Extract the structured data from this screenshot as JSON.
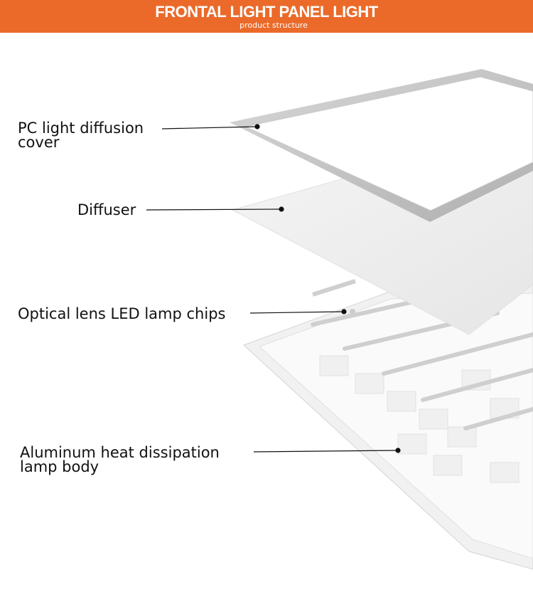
{
  "header": {
    "title": "FRONTAL LIGHT PANEL LIGHT",
    "subtitle": "product structure",
    "color": "#eb6a2a"
  },
  "labels": [
    {
      "name": "pc-cover",
      "line1": "PC light diffusion",
      "line2": "cover"
    },
    {
      "name": "diffuser",
      "line1": "Diffuser",
      "line2": ""
    },
    {
      "name": "led-chips",
      "line1": "Optical lens LED lamp chips",
      "line2": ""
    },
    {
      "name": "body",
      "line1": "Aluminum heat dissipation",
      "line2": "lamp body"
    }
  ]
}
